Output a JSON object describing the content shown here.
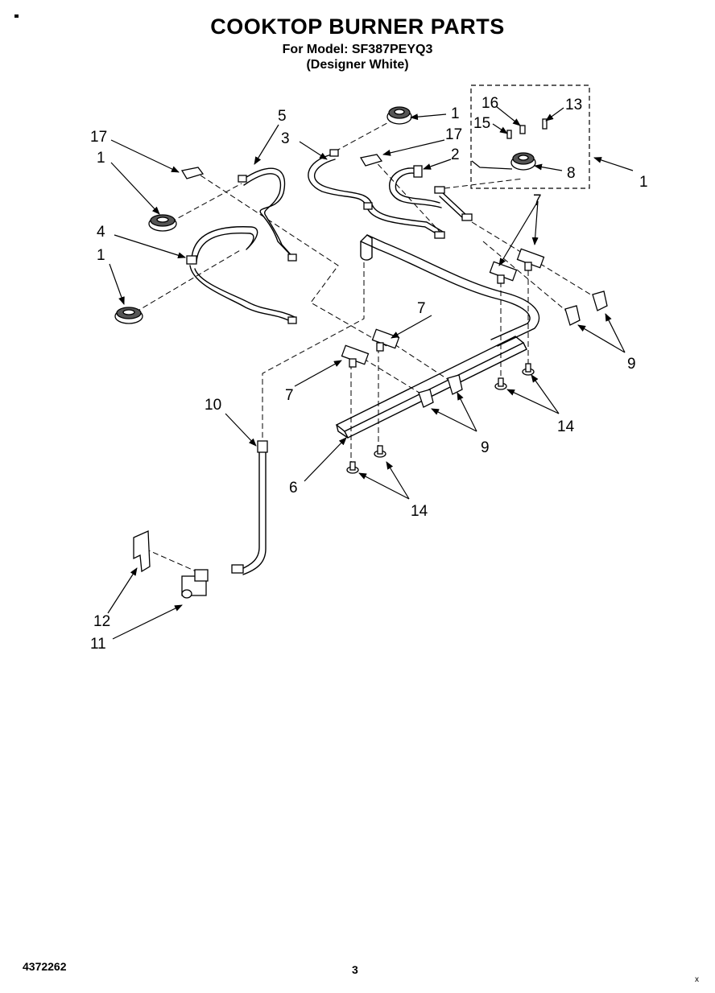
{
  "header": {
    "title": "COOKTOP BURNER PARTS",
    "model_line": "For Model: SF387PEYQ3",
    "color_line": "(Designer White)"
  },
  "footer": {
    "doc_number": "4372262",
    "page_number": "3",
    "corner_mark": "x"
  },
  "callouts": {
    "c1a": "1",
    "c1b": "1",
    "c1c": "1",
    "c1d": "1",
    "c2": "2",
    "c3": "3",
    "c4": "4",
    "c5": "5",
    "c6": "6",
    "c7a": "7",
    "c7b": "7",
    "c7c": "7",
    "c8": "8",
    "c9a": "9",
    "c9b": "9",
    "c10": "10",
    "c11": "11",
    "c12": "12",
    "c13": "13",
    "c14a": "14",
    "c14b": "14",
    "c15": "15",
    "c16": "16",
    "c17a": "17",
    "c17b": "17"
  }
}
